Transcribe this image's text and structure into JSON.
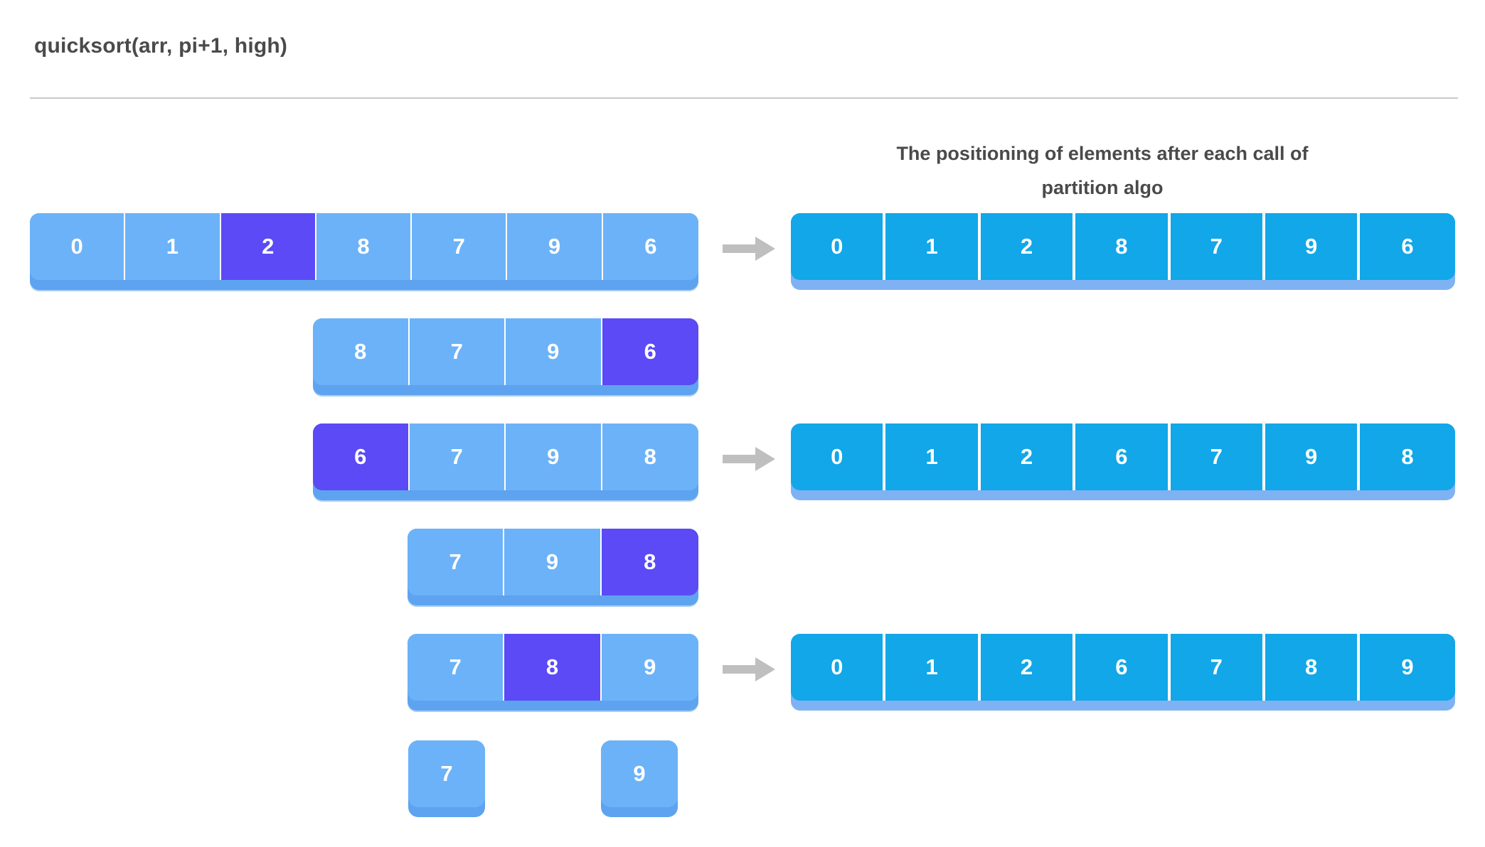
{
  "header": {
    "title": "quicksort(arr, pi+1, high)"
  },
  "right_column": {
    "heading_line1": "The positioning of elements after each call of",
    "heading_line2": "partition algo"
  },
  "colors": {
    "cell_light_blue": "#6cb2f8",
    "cell_pivot_purple": "#5b4af5",
    "cell_cyan": "#11a7e8",
    "bevel_blue": "#5ea3ef",
    "bevel_light_blue": "#7fb2f3",
    "text_gray": "#4a4a4a",
    "divider_gray": "#c9c9c9",
    "arrow_gray": "#bfbfbf"
  },
  "icons": {
    "arrow": "arrow-right-icon"
  },
  "chart_data": {
    "type": "diagram",
    "title": "quicksort(arr, pi+1, high)",
    "recursion_steps": [
      {
        "id": "step-1",
        "values": [
          "0",
          "1",
          "2",
          "8",
          "7",
          "9",
          "6"
        ],
        "pivot_index": 2,
        "cells": 7
      },
      {
        "id": "step-2",
        "values": [
          "8",
          "7",
          "9",
          "6"
        ],
        "pivot_index": 3,
        "cells": 4
      },
      {
        "id": "step-3",
        "values": [
          "6",
          "7",
          "9",
          "8"
        ],
        "pivot_index": 0,
        "cells": 4
      },
      {
        "id": "step-4",
        "values": [
          "7",
          "9",
          "8"
        ],
        "pivot_index": 2,
        "cells": 3
      },
      {
        "id": "step-5",
        "values": [
          "7",
          "8",
          "9"
        ],
        "pivot_index": 1,
        "cells": 3
      },
      {
        "id": "step-6",
        "values": [
          "7"
        ],
        "pivot_index": -1,
        "cells": 1
      },
      {
        "id": "step-7",
        "values": [
          "9"
        ],
        "pivot_index": -1,
        "cells": 1
      }
    ],
    "partition_results": [
      {
        "id": "result-1",
        "values": [
          "0",
          "1",
          "2",
          "8",
          "7",
          "9",
          "6"
        ]
      },
      {
        "id": "result-2",
        "values": [
          "0",
          "1",
          "2",
          "6",
          "7",
          "9",
          "8"
        ]
      },
      {
        "id": "result-3",
        "values": [
          "0",
          "1",
          "2",
          "6",
          "7",
          "8",
          "9"
        ]
      }
    ]
  }
}
